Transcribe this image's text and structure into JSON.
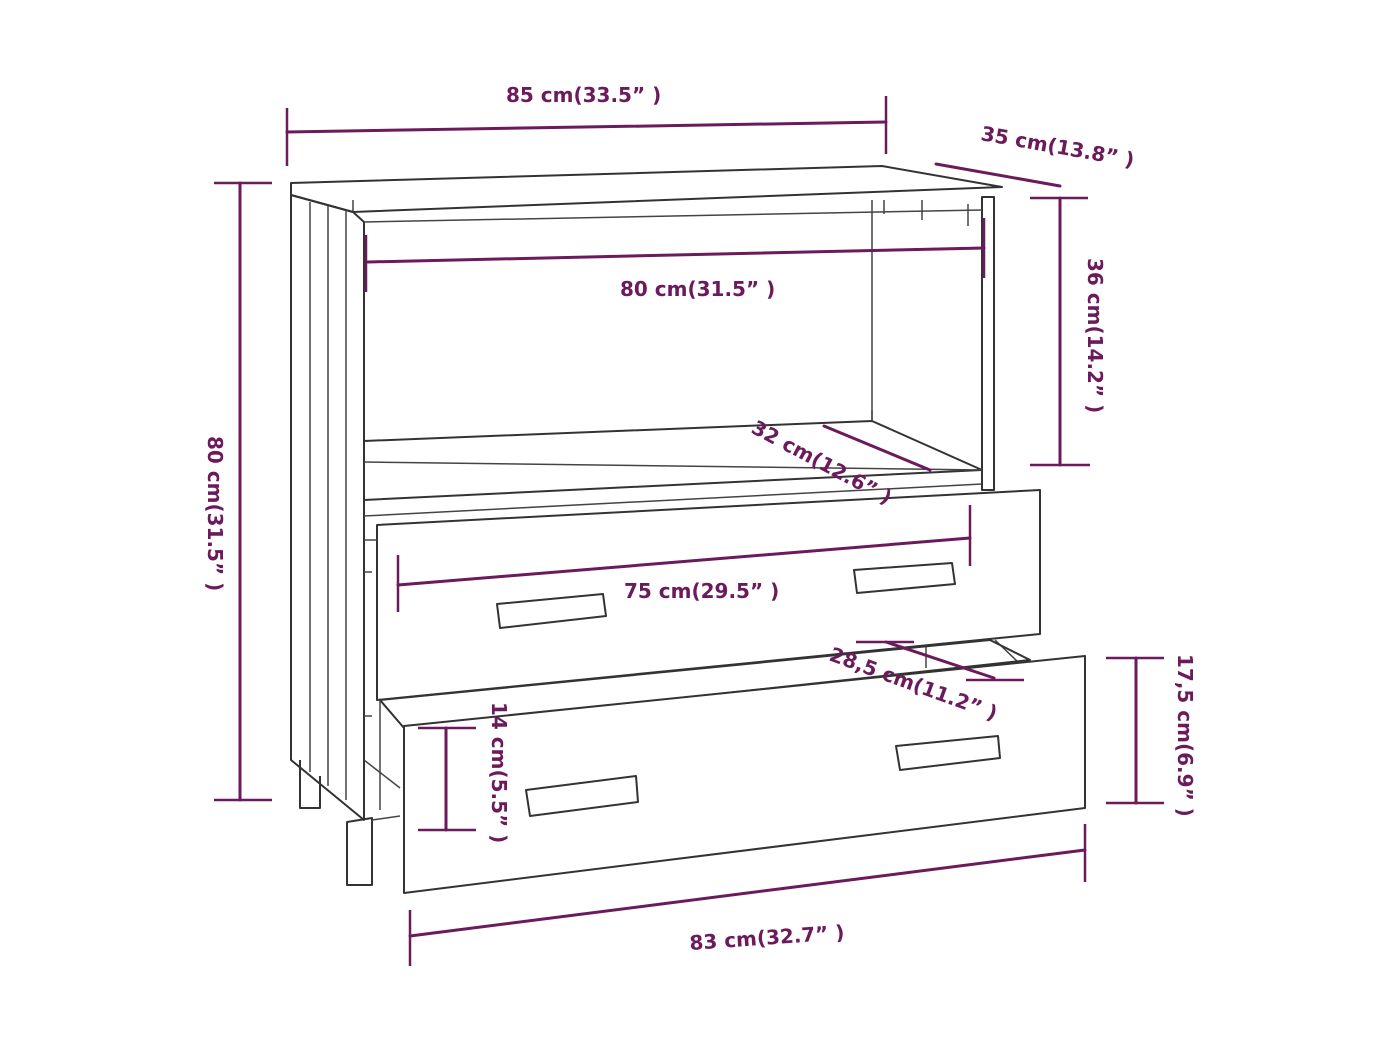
{
  "colors": {
    "dimension": "#6b1a5c",
    "outline": "#333333",
    "background": "#ffffff"
  },
  "dimensions": {
    "total_width": "85 cm(33.5” )",
    "depth": "35 cm(13.8” )",
    "total_height": "80 cm(31.5” )",
    "shelf_height": "36 cm(14.2” )",
    "inner_width": "80 cm(31.5” )",
    "shelf_depth": "32 cm(12.6” )",
    "drawer_inner_width": "75 cm(29.5” )",
    "drawer_depth": "28,5 cm(11.2” )",
    "drawer_inner_height": "14 cm(5.5” )",
    "drawer_front_height": "17,5 cm(6.9” )",
    "drawer_front_width": "83 cm(32.7” )"
  }
}
